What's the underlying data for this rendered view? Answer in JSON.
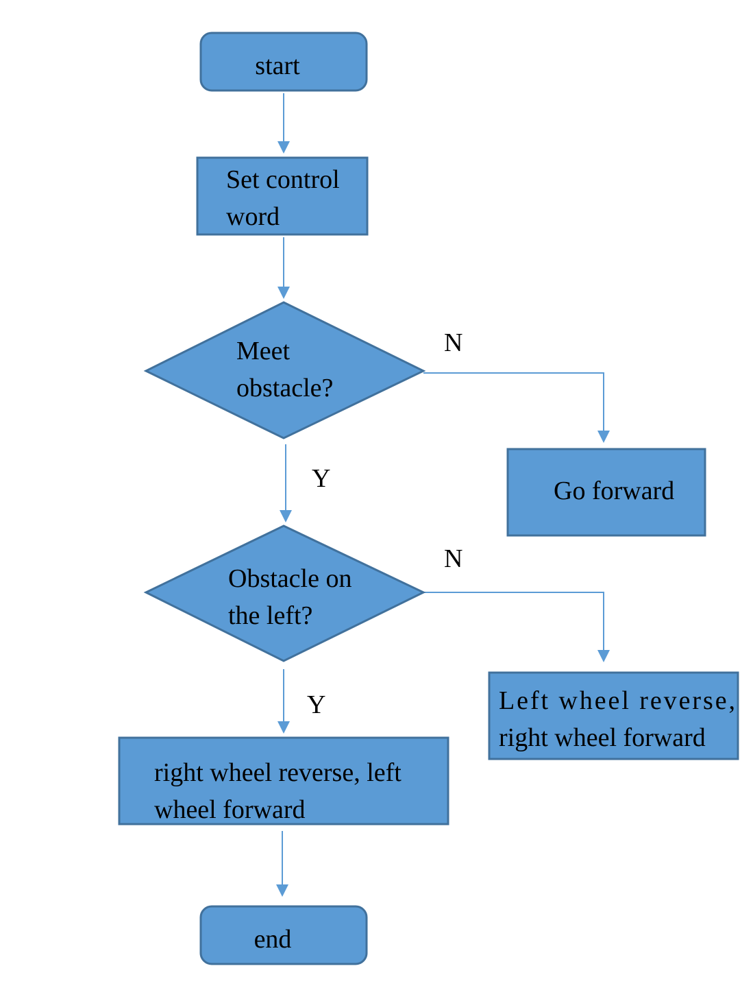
{
  "nodes": {
    "start": {
      "text": "start"
    },
    "set_control_word": {
      "lines": [
        "Set control",
        "word"
      ]
    },
    "meet_obstacle": {
      "lines": [
        "Meet",
        "obstacle?"
      ]
    },
    "go_forward": {
      "text": "Go forward"
    },
    "obstacle_left": {
      "lines": [
        "Obstacle on",
        "the left?"
      ]
    },
    "left_reverse": {
      "lines": [
        "Left wheel reverse,",
        "right wheel forward"
      ]
    },
    "right_reverse": {
      "lines": [
        "right wheel reverse, left",
        "wheel forward"
      ]
    },
    "end": {
      "text": "end"
    }
  },
  "edge_labels": {
    "meet_no": "N",
    "meet_yes": "Y",
    "left_no": "N",
    "left_yes": "Y"
  },
  "colors": {
    "fill": "#5b9bd5",
    "stroke": "#41719c",
    "connector": "#5b9bd5"
  }
}
